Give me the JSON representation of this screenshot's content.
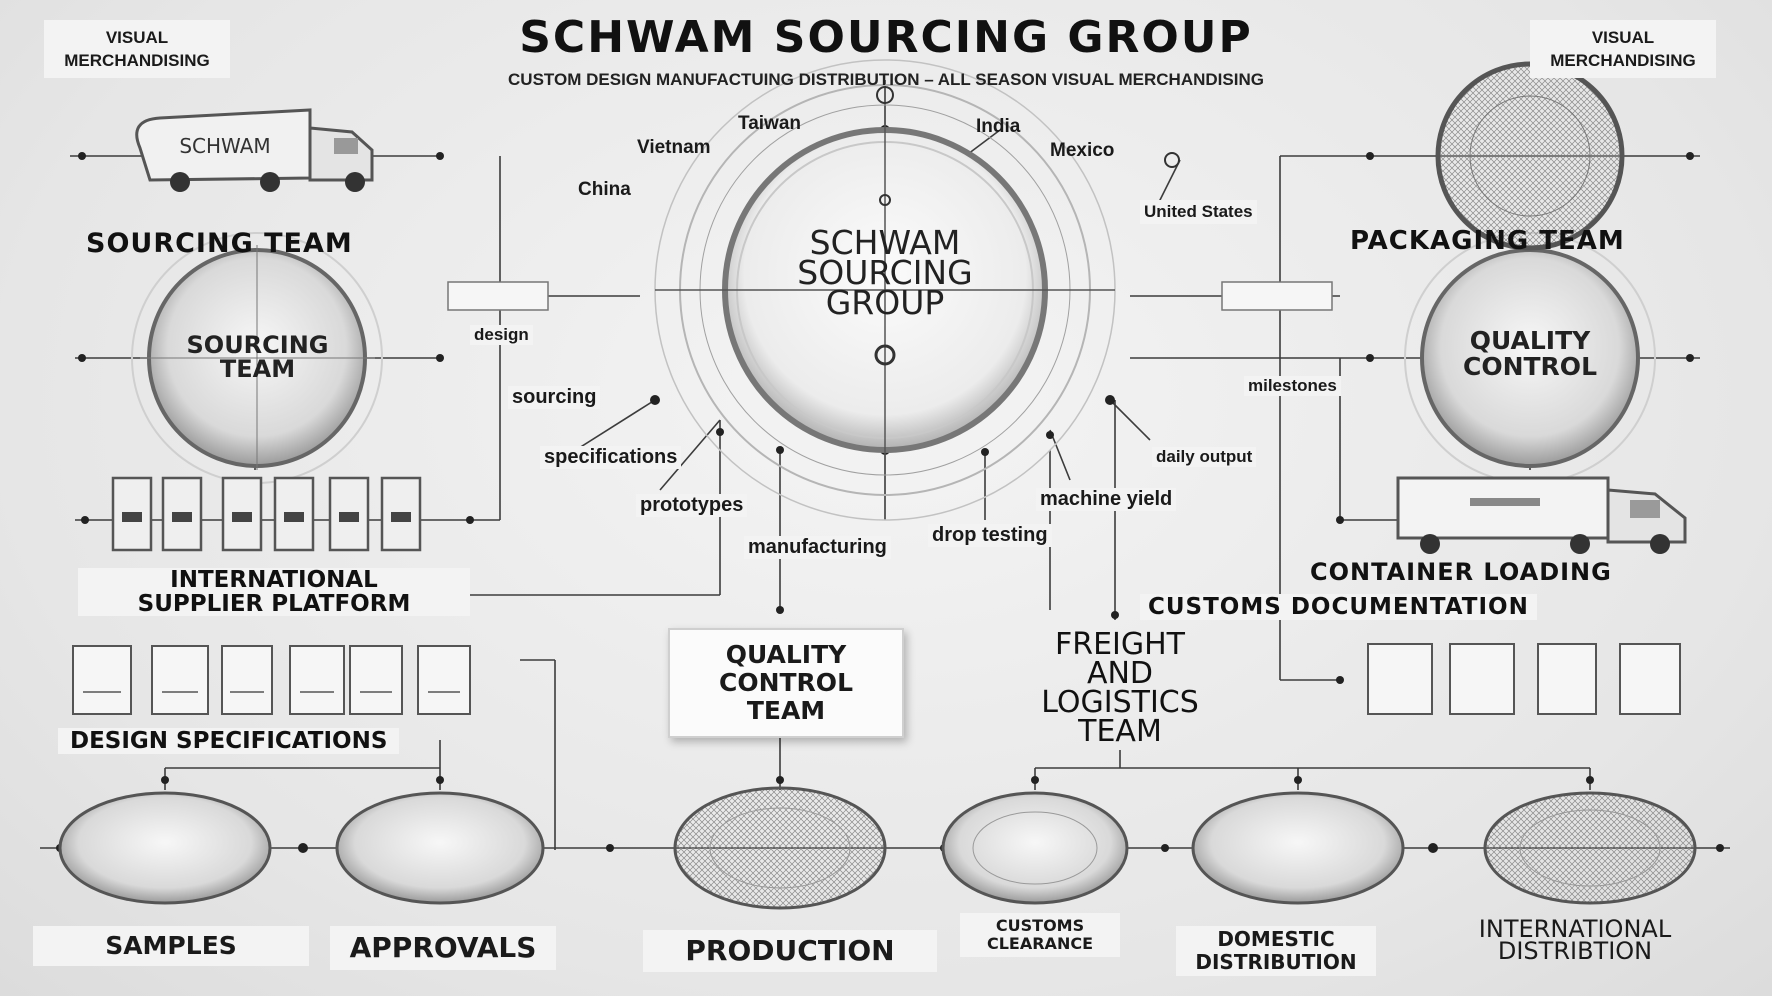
{
  "header": {
    "title": "SCHWAM SOURCING GROUP",
    "subtitle": "CUSTOM DESIGN MANUFACTUING DISTRIBUTION – ALL SEASON VISUAL MERCHANDISING"
  },
  "corners": {
    "left": "VISUAL\nMERCHANDISING",
    "right": "VISUAL\nMERCHANDISING"
  },
  "truck_left_label": "SCHWAM",
  "center_hub": "SCHWAM\nSOURCING\nGROUP",
  "countries": [
    "Taiwan",
    "India",
    "Vietnam",
    "Mexico",
    "China",
    "United States"
  ],
  "left_column": {
    "sourcing_team_heading": "SOURCING TEAM",
    "sourcing_team_circle": "SOURCING\nTEAM",
    "supplier_platform": "INTERNATIONAL\nSUPPLIER PLATFORM",
    "design_specifications": "DESIGN SPECIFICATIONS"
  },
  "right_column": {
    "packaging_team": "PACKAGING TEAM",
    "quality_control_circle": "QUALITY\nCONTROL",
    "container_loading": "CONTAINER LOADING",
    "customs_documentation": "CUSTOMS DOCUMENTATION"
  },
  "process_labels": {
    "design": "design",
    "sourcing": "sourcing",
    "specifications": "specifications",
    "prototypes": "prototypes",
    "manufacturing": "manufacturing",
    "drop_testing": "drop testing",
    "machine_yield": "machine yield",
    "daily_output": "daily output",
    "milestones": "milestones"
  },
  "center_boxes": {
    "quality_control_team": "QUALITY\nCONTROL\nTEAM",
    "freight_team": "FREIGHT\nAND\nLOGISTICS\nTEAM"
  },
  "stages": {
    "samples": "SAMPLES",
    "approvals": "APPROVALS",
    "production": "PRODUCTION",
    "customs_clearance": "CUSTOMS\nCLEARANCE",
    "domestic_distribution": "DOMESTIC\nDISTRIBUTION",
    "international_distribution": "INTERNATIONAL\nDISTRIBTION"
  }
}
